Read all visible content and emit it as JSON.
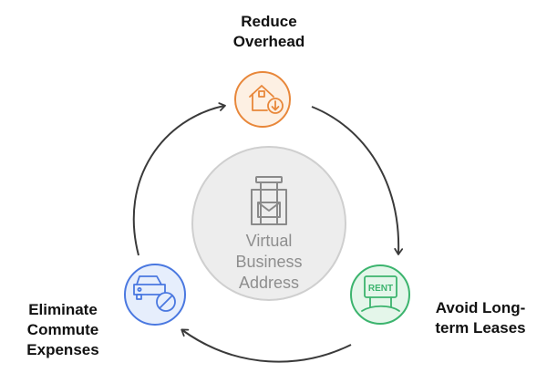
{
  "center": {
    "label": "Virtual\nBusiness\nAddress",
    "icon": "mailbox-icon"
  },
  "nodes": [
    {
      "label": "Reduce\nOverhead",
      "icon": "home-download-icon",
      "color": "#e8873a"
    },
    {
      "label": "Avoid Long-\nterm Leases",
      "icon": "rent-sign-icon",
      "color": "#3cb46e"
    },
    {
      "label": "Eliminate\nCommute\nExpenses",
      "icon": "car-blocked-icon",
      "color": "#4a78e0"
    }
  ],
  "colors": {
    "center_fill": "#ededed",
    "center_stroke": "#cfcfcf",
    "orange_fill": "#fdf0e3",
    "green_fill": "#e4f6ea",
    "blue_fill": "#e6eefc",
    "arrow": "#3a3a3a"
  }
}
